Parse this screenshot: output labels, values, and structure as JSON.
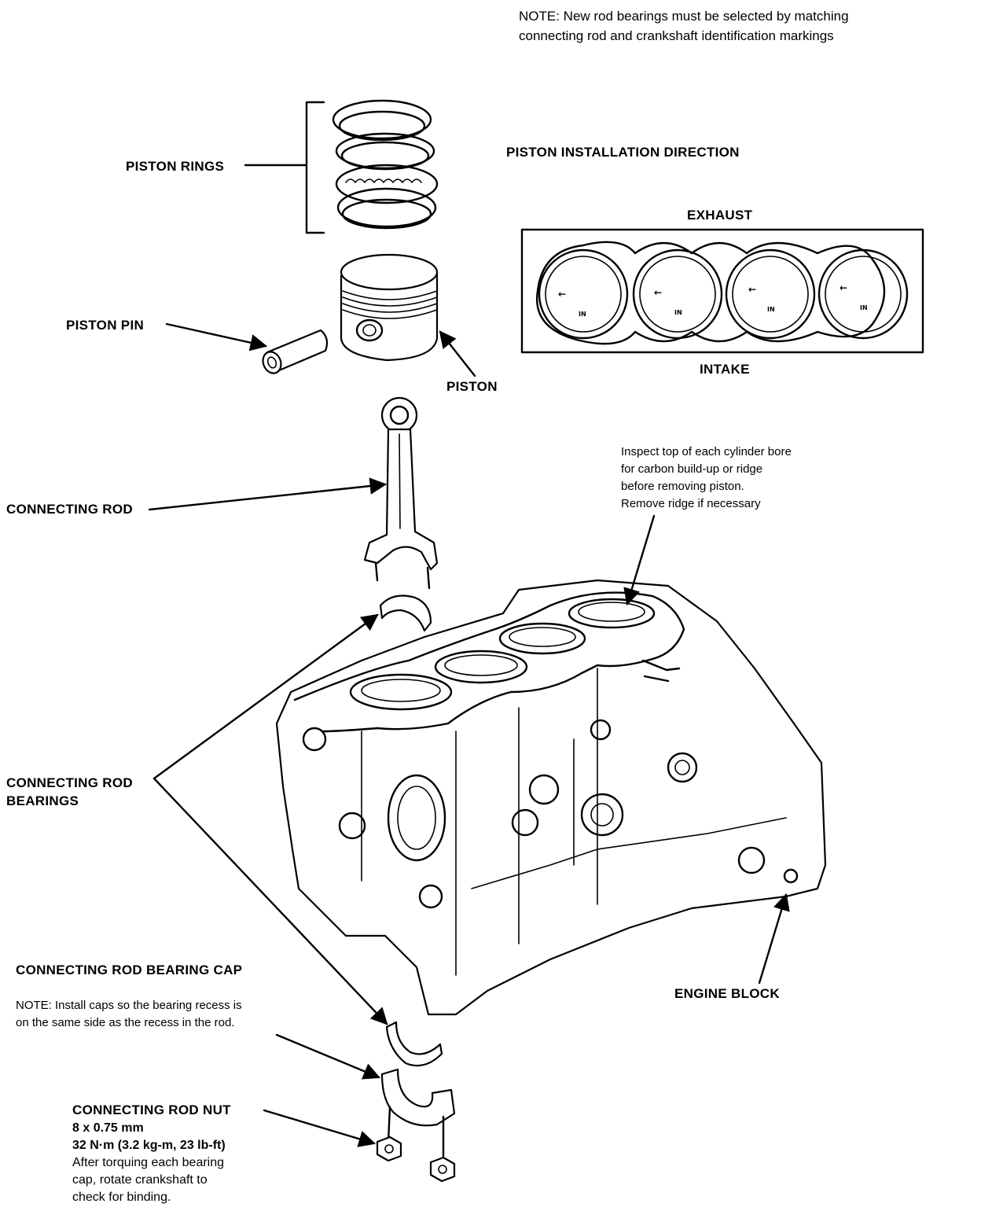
{
  "note_top": {
    "line1": "NOTE: New rod bearings must be selected by matching",
    "line2": "connecting rod and crankshaft identification markings"
  },
  "labels": {
    "piston_rings": "PISTON RINGS",
    "piston_pin": "PISTON PIN",
    "piston": "PISTON",
    "installation_direction": "PISTON INSTALLATION DIRECTION",
    "exhaust": "EXHAUST",
    "intake": "INTAKE",
    "connecting_rod": "CONNECTING ROD",
    "rod_bearings_line1": "CONNECTING ROD",
    "rod_bearings_line2": "BEARINGS",
    "bearing_cap": "CONNECTING ROD BEARING CAP",
    "engine_block": "ENGINE BLOCK",
    "rod_nut": "CONNECTING ROD NUT"
  },
  "inspect_note": [
    "Inspect top of each cylinder bore",
    "for carbon build-up or ridge",
    "before removing piston.",
    "Remove ridge if necessary"
  ],
  "cap_note": {
    "line1": "NOTE: Install caps so the bearing recess is",
    "line2": "on the same side as the recess in the rod."
  },
  "nut_spec": {
    "size": "8 x 0.75 mm",
    "torque": "32 N·m (3.2 kg-m, 23 lb-ft)",
    "line1": "After torquing each bearing",
    "line2": "cap, rotate crankshaft to",
    "line3": "check for binding."
  },
  "bore_marks": {
    "arrow": "←",
    "in": "IN"
  }
}
